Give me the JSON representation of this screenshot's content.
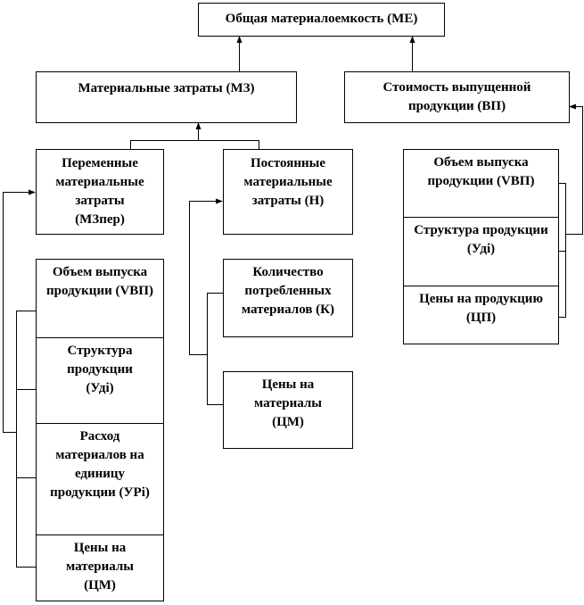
{
  "root": {
    "label": "Общая материалоемкость (МЕ)"
  },
  "material_costs": {
    "label": "Материальные затраты (МЗ)"
  },
  "output_value": {
    "label": "Стоимость выпущенной продукции (ВП)"
  },
  "variable_costs": {
    "label": "Переменные материальные затраты (МЗпер)"
  },
  "fixed_costs": {
    "label": "Постоянные материальные затраты (Н)"
  },
  "variable_factors": [
    {
      "label": "Объем выпуска продукции (VВП)"
    },
    {
      "label": "Структура продукции (Удi)"
    },
    {
      "label": "Расход материалов на единицу продукции (УРi)"
    },
    {
      "label": "Цены на материалы (ЦМ)"
    }
  ],
  "fixed_factors": [
    {
      "label": "Количество потребленных материалов (К)"
    },
    {
      "label": "Цены на материалы (ЦМ)"
    }
  ],
  "output_factors": [
    {
      "label": "Объем выпуска продукции (VВП)"
    },
    {
      "label": "Структура продукции (Удi)"
    },
    {
      "label": "Цены на продукцию (ЦП)"
    }
  ]
}
